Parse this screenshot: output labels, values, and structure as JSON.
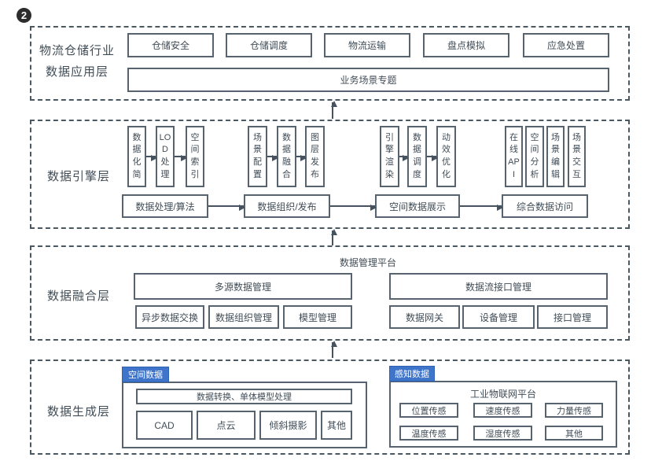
{
  "badge": "2",
  "colors": {
    "line": "#46535e",
    "box_border": "#57646f",
    "text": "#414d57",
    "tab_bg": "#3f74cb",
    "tab_border": "#2f62b5",
    "tab_text": "#ffffff",
    "badge_bg": "#2c2c2c"
  },
  "layers": {
    "app": {
      "label": "物流仓储行业\n数据应用层",
      "boxes": [
        "仓储安全",
        "仓储调度",
        "物流运输",
        "盘点模拟",
        "应急处置"
      ],
      "wide_box": "业务场景专题"
    },
    "engine": {
      "label": "数据引擎层",
      "groups": [
        {
          "vboxes": [
            "数\n据\n化\n简",
            "LO\nD\n处\n理",
            "空\n间\n索\n引"
          ],
          "bottom": "数据处理/算法"
        },
        {
          "vboxes": [
            "场\n景\n配\n置",
            "数\n据\n融\n合",
            "图\n层\n发\n布"
          ],
          "bottom": "数据组织/发布"
        },
        {
          "vboxes": [
            "引\n擎\n渲\n染",
            "数\n据\n调\n度",
            "动\n效\n优\n化"
          ],
          "bottom": "空间数据展示"
        },
        {
          "vboxes": [
            "在\n线\nAP\nI",
            "空\n间\n分\n析",
            "场\n景\n编\n辑",
            "场\n景\n交\n互"
          ],
          "bottom": "综合数据访问"
        }
      ]
    },
    "fusion": {
      "label": "数据融合层",
      "platform_title": "数据管理平台",
      "left": {
        "header": "多源数据管理",
        "items": [
          "异步数据交换",
          "数据组织管理",
          "模型管理"
        ]
      },
      "right": {
        "header": "数据流接口管理",
        "items": [
          "数据网关",
          "设备管理",
          "接口管理"
        ]
      }
    },
    "generation": {
      "label": "数据生成层",
      "spatial": {
        "tab": "空间数据",
        "header": "数据转换、单体模型处理",
        "items": [
          "CAD",
          "点云",
          "倾斜摄影",
          "其他"
        ]
      },
      "sensing": {
        "tab": "感知数据",
        "title": "工业物联网平台",
        "row1": [
          "位置传感",
          "速度传感",
          "力量传感"
        ],
        "row2": [
          "温度传感",
          "湿度传感",
          "其他"
        ]
      }
    }
  }
}
